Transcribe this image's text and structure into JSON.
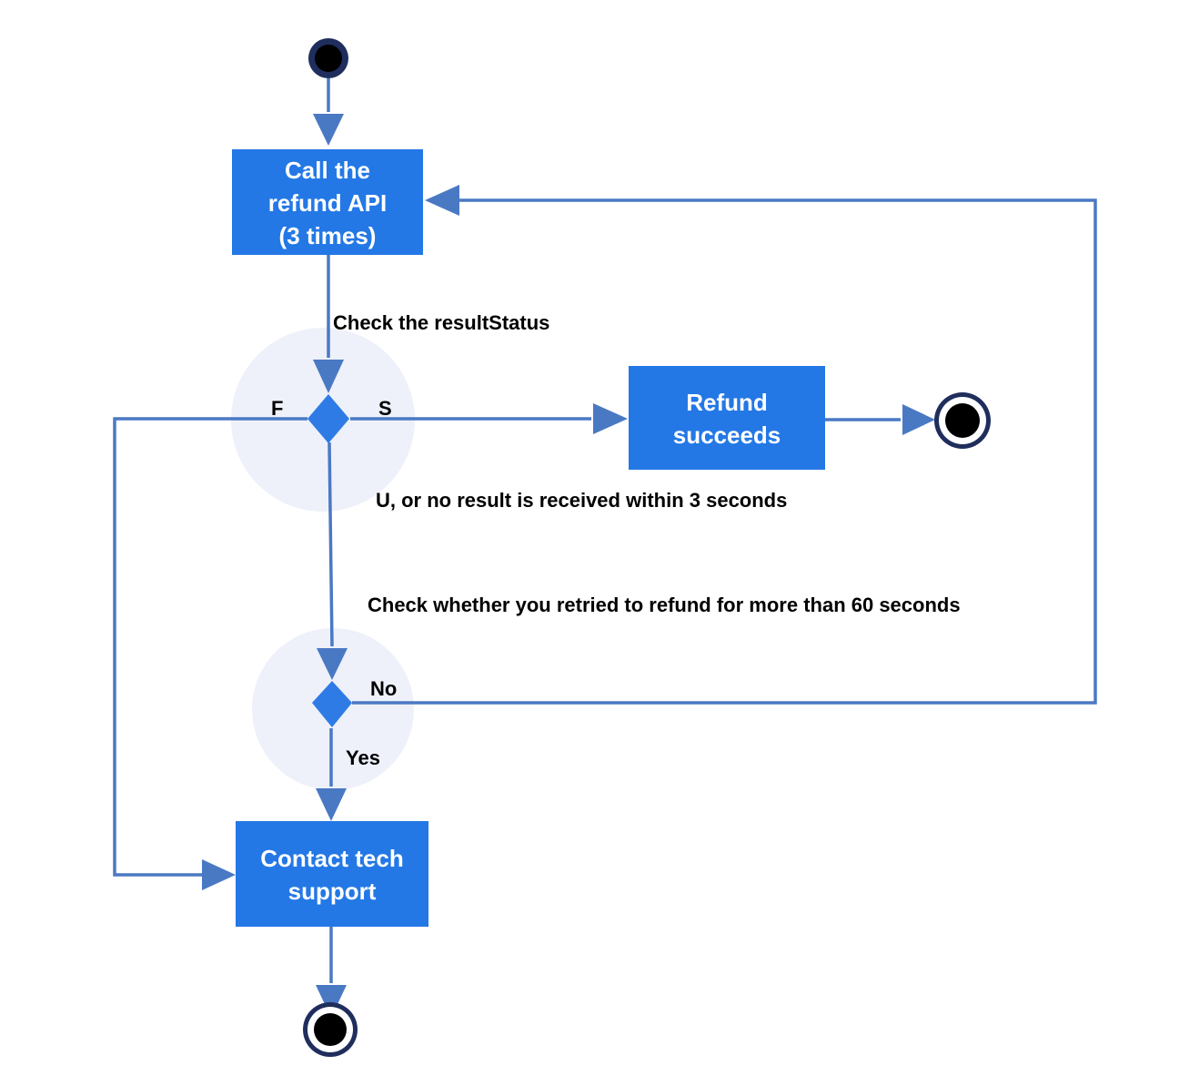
{
  "colors": {
    "action_fill": "#2378e6",
    "decision_fill": "#2f7be6",
    "decision_halo": "#eef1fa",
    "edge": "#4a79c4",
    "node_text": "#ffffff",
    "label_text": "#000000",
    "terminal_fill": "#000000",
    "terminal_ring": "#1f2e5c"
  },
  "nodes": {
    "call_refund_api": {
      "lines": [
        "Call the",
        "refund API",
        "(3 times)"
      ]
    },
    "refund_succeeds": {
      "lines": [
        "Refund",
        "succeeds"
      ]
    },
    "contact_tech_support": {
      "lines": [
        "Contact tech",
        "support"
      ]
    }
  },
  "edge_labels": {
    "check_result_status": "Check the resultStatus",
    "branch_f": "F",
    "branch_s": "S",
    "branch_u": "U, or no result is received within 3 seconds",
    "check_retry": "Check whether you retried to refund for more than 60 seconds",
    "branch_no": "No",
    "branch_yes": "Yes"
  }
}
